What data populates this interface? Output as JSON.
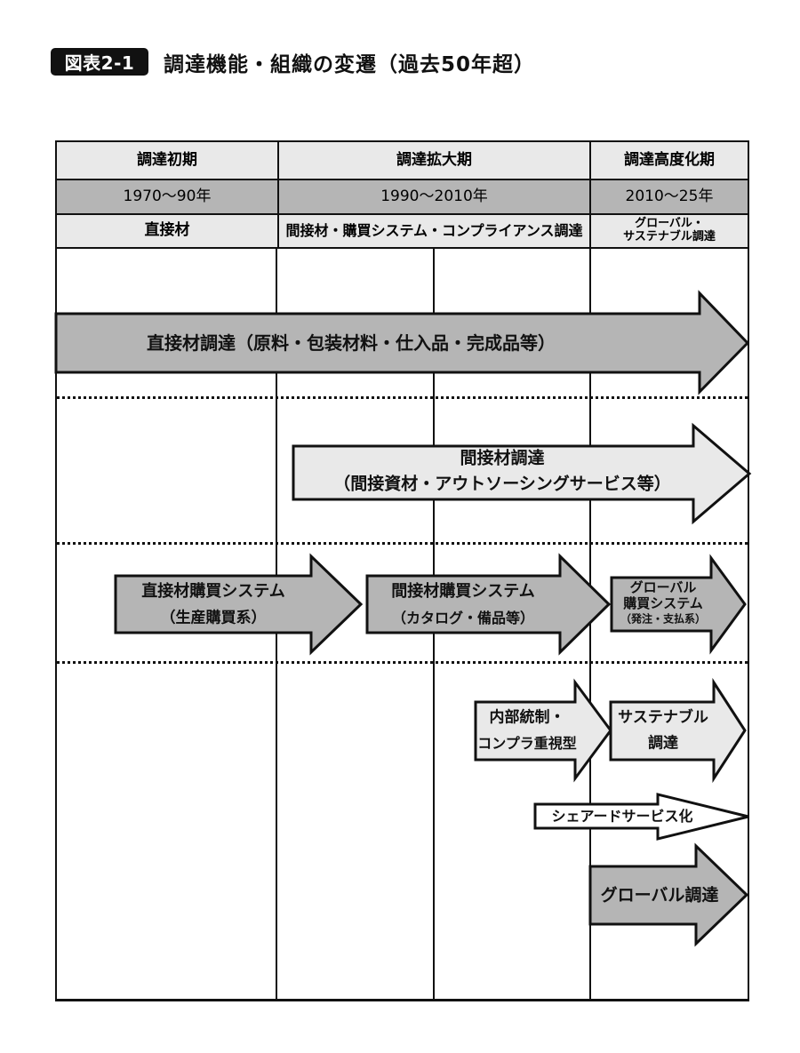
{
  "title": {
    "badge": "図表2-1",
    "text": "調達機能・組織の変遷（過去50年超）"
  },
  "table": {
    "phase": [
      "調達初期",
      "調達拡大期",
      "調達高度化期"
    ],
    "period": [
      "1970〜90年",
      "1990〜2010年",
      "2010〜25年"
    ],
    "scope": [
      "直接材",
      "間接材・購買システム・コンプライアンス調達",
      "グローバル・",
      "サステナブル調達"
    ]
  },
  "arrows": {
    "direct_material": {
      "label": "直接材調達（原料・包装材料・仕入品・完成品等）"
    },
    "indirect_material": {
      "line1": "間接材調達",
      "line2": "（間接資材・アウトソーシングサービス等）"
    },
    "direct_purchasing_system": {
      "line1": "直接材購買システム",
      "line2": "（生産購買系）"
    },
    "indirect_purchasing_system": {
      "line1": "間接材購買システム",
      "line2": "（カタログ・備品等）"
    },
    "global_purchasing_system": {
      "line1": "グローバル",
      "line2": "購買システム",
      "line3": "（発注・支払系）"
    },
    "internal_control": {
      "line1": "内部統制・",
      "line2": "コンプラ重視型"
    },
    "sustainable": {
      "line1": "サステナブル",
      "line2": "調達"
    },
    "shared_service": {
      "label": "シェアードサービス化"
    },
    "global_procurement": {
      "label": "グローバル調達"
    }
  },
  "colors": {
    "medium_gray": "#b5b5b5",
    "light_gray": "#e9e9e9",
    "white": "#ffffff",
    "line": "#111111"
  }
}
